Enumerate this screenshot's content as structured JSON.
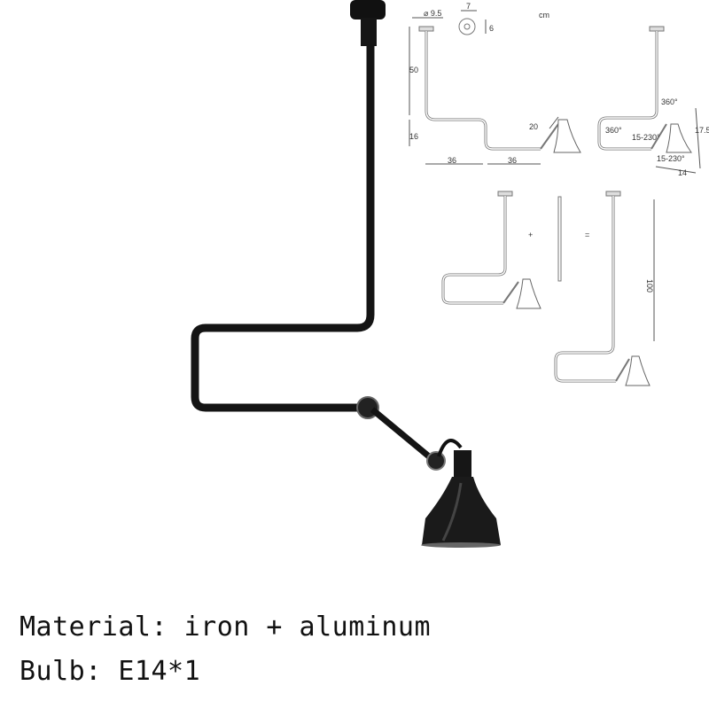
{
  "product": {
    "specs": [
      {
        "label": "Material:",
        "value": "iron + aluminum"
      },
      {
        "label": "Bulb:",
        "value": "E14*1"
      }
    ]
  },
  "diagram": {
    "unit": "cm",
    "base_diameter": "⌀ 9.5",
    "base_width": "7",
    "base_height": "6",
    "drop_height": "50",
    "offset_height": "16",
    "arm_length_1": "36",
    "arm_length_2": "36",
    "arm_segment": "20",
    "rotation_top": "360°",
    "rotation_mid": "360°",
    "tilt_1": "15-230°",
    "tilt_2": "15-230°",
    "shade_height": "17.5",
    "shade_width": "14",
    "plus": "+",
    "equals": "=",
    "extension_length": "100"
  },
  "colors": {
    "lamp": "#111111",
    "diagram_line": "#777777"
  }
}
